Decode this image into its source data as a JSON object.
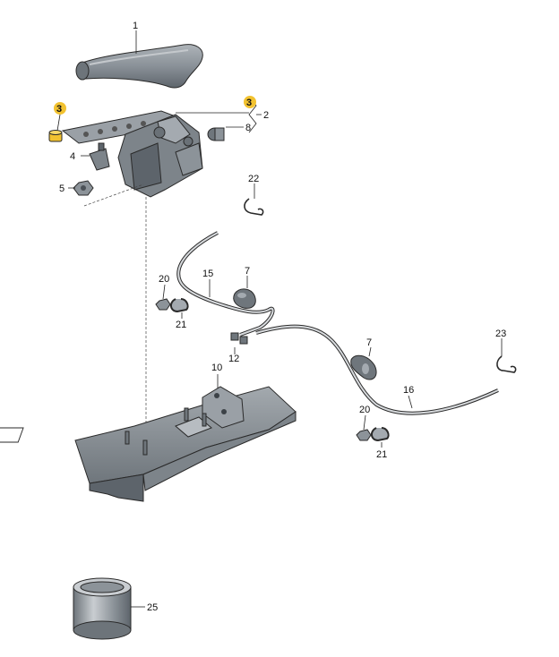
{
  "colors": {
    "part_fill": "#8c9399",
    "part_dark": "#5d646b",
    "part_light": "#b7bcc1",
    "highlight": "#f2c230",
    "line": "#2a2a2a"
  },
  "labels": {
    "p1": "1",
    "p2": "2",
    "p3a": "3",
    "p3b": "3",
    "p4": "4",
    "p5": "5",
    "p7a": "7",
    "p7b": "7",
    "p8": "8",
    "p10": "10",
    "p12": "12",
    "p15": "15",
    "p16": "16",
    "p20a": "20",
    "p20b": "20",
    "p21a": "21",
    "p21b": "21",
    "p22": "22",
    "p23": "23",
    "p25": "25"
  },
  "parts": {
    "handle_grip": {
      "label": "1",
      "icon": "handbrake-grip-icon"
    },
    "lever_assembly": {
      "label": "2",
      "icon": "lever-assembly-icon"
    },
    "bushing": {
      "label": "3",
      "icon": "bushing-icon",
      "highlighted": true
    },
    "bracket": {
      "label": "4",
      "icon": "bracket-icon"
    },
    "nut": {
      "label": "5",
      "icon": "nut-icon"
    },
    "grommet": {
      "label": "7",
      "icon": "grommet-icon"
    },
    "cap": {
      "label": "8",
      "icon": "cap-icon"
    },
    "floor_bracket": {
      "label": "10",
      "icon": "floor-mount-icon"
    },
    "clip_12": {
      "label": "12",
      "icon": "clip-icon"
    },
    "cable_left": {
      "label": "15",
      "icon": "brake-cable-icon"
    },
    "cable_right": {
      "label": "16",
      "icon": "brake-cable-icon"
    },
    "nut_20": {
      "label": "20",
      "icon": "nut-icon"
    },
    "clamp_21": {
      "label": "21",
      "icon": "clamp-icon"
    },
    "spring_clip_22": {
      "label": "22",
      "icon": "spring-clip-icon"
    },
    "spring_clip_23": {
      "label": "23",
      "icon": "spring-clip-icon"
    },
    "grease_tin": {
      "label": "25",
      "icon": "grease-tin-icon"
    }
  }
}
